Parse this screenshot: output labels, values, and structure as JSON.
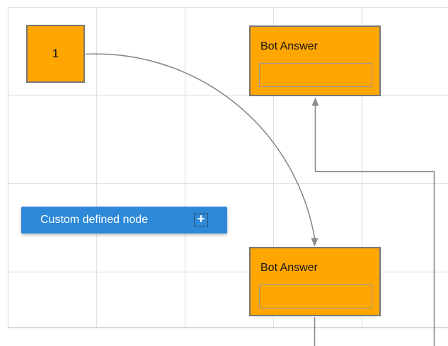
{
  "colors": {
    "canvas-bg": "#FFFFFF",
    "grid-line": "#E0E1E3",
    "canvas-border": "#D8D9DB",
    "node-fill": "#FFA600",
    "node-border": "#777777",
    "inner-box-border": "#999999",
    "connector": "#8A8A8A",
    "accent-blue": "#2E89D8",
    "text-dark": "#151515",
    "text-light": "#FFFFFF"
  },
  "nodes": {
    "start": {
      "label": "1"
    },
    "bot_answer_top": {
      "title": "Bot Answer"
    },
    "bot_answer_bottom": {
      "title": "Bot Answer"
    },
    "custom": {
      "label": "Custom defined node",
      "add_icon_glyph": "+"
    }
  }
}
